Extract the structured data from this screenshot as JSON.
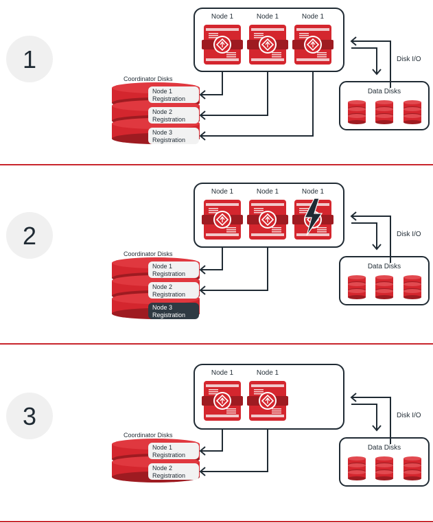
{
  "colors": {
    "accent_red": "#d4262e",
    "dark_red": "#9e1b21",
    "ink": "#1f2a33",
    "label_bg": "#f2f2f2",
    "failed_label_bg": "#2f3a43",
    "divider": "#c8242b"
  },
  "panels": [
    {
      "step": "1",
      "nodes": [
        {
          "label": "Node 1",
          "state": "active"
        },
        {
          "label": "Node 1",
          "state": "active"
        },
        {
          "label": "Node 1",
          "state": "active"
        }
      ],
      "coordinator_title": "Coordinator Disks",
      "registrations": [
        {
          "line1": "Node 1",
          "line2": "Registration",
          "state": "active"
        },
        {
          "line1": "Node 2",
          "line2": "Registration",
          "state": "active"
        },
        {
          "line1": "Node 3",
          "line2": "Registration",
          "state": "active"
        }
      ],
      "disk_io_label": "Disk I/O",
      "data_disks_title": "Data Disks"
    },
    {
      "step": "2",
      "nodes": [
        {
          "label": "Node 1",
          "state": "active"
        },
        {
          "label": "Node 1",
          "state": "active"
        },
        {
          "label": "Node 1",
          "state": "failed"
        }
      ],
      "coordinator_title": "Coordinator Disks",
      "registrations": [
        {
          "line1": "Node 1",
          "line2": "Registration",
          "state": "active"
        },
        {
          "line1": "Node 2",
          "line2": "Registration",
          "state": "active"
        },
        {
          "line1": "Node 3",
          "line2": "Registration",
          "state": "removed"
        }
      ],
      "disk_io_label": "Disk I/O",
      "data_disks_title": "Data Disks"
    },
    {
      "step": "3",
      "nodes": [
        {
          "label": "Node 1",
          "state": "active"
        },
        {
          "label": "Node 1",
          "state": "active"
        }
      ],
      "coordinator_title": "Coordinator Disks",
      "registrations": [
        {
          "line1": "Node 1",
          "line2": "Registration",
          "state": "active"
        },
        {
          "line1": "Node 2",
          "line2": "Registration",
          "state": "active"
        }
      ],
      "disk_io_label": "Disk I/O",
      "data_disks_title": "Data Disks"
    }
  ]
}
